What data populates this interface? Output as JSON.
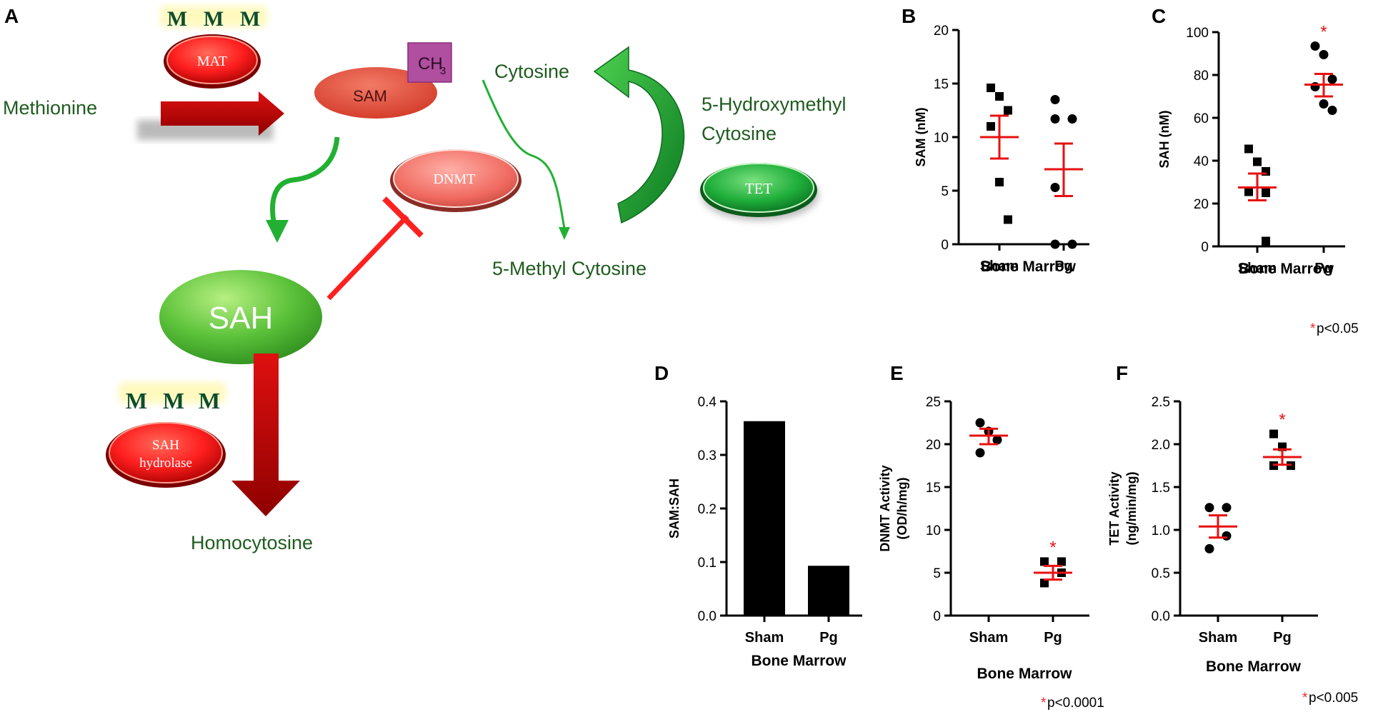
{
  "panels": {
    "A": "A",
    "B": "B",
    "C": "C",
    "D": "D",
    "E": "E",
    "F": "F"
  },
  "pathway": {
    "methionine": "Methionine",
    "sam": "SAM",
    "ch3_base": "CH",
    "ch3_sub": "3",
    "mat": "MAT",
    "m_letter": "M",
    "sah": "SAH",
    "sah_hydrolase_1": "SAH",
    "sah_hydrolase_2": "hydrolase",
    "homocytosine": "Homocytosine",
    "cytosine": "Cytosine",
    "hmc_1": "5-Hydroxymethyl",
    "hmc_2": "Cytosine",
    "methyl_cytosine": "5-Methyl Cytosine",
    "dnmt": "DNMT",
    "tet": "TET",
    "colors": {
      "text_green": "#1f5c1f",
      "enzyme_red": "#ff1a1a",
      "sam_red": "#e0503a",
      "dnmt_pink": "#f47c74",
      "tet_green": "#22b83a",
      "sah_green": "#5ec23a",
      "arrow_green": "#22b033",
      "arrow_red": "#c40000",
      "ch3_purple": "#b04fa0",
      "m_gold": "#f2e24a"
    }
  },
  "footnotes": {
    "bc_star": "*",
    "bc_text": "p<0.05",
    "e_star": "*",
    "e_text": "p<0.0001",
    "f_star": "*",
    "f_text": "p<0.005"
  },
  "chart_data": [
    {
      "panel": "B",
      "type": "scatter",
      "xlabel": "Bone Marrow",
      "ylabel": "SAM (nM)",
      "ylim": [
        0,
        20
      ],
      "yticks": [
        0,
        5,
        10,
        15,
        20
      ],
      "ytick_labels": [
        "0",
        "5",
        "10",
        "15",
        "20"
      ],
      "categories": [
        "Sham",
        "Pg"
      ],
      "series": [
        {
          "values": [
            14.6,
            13.8,
            12.5,
            11.0,
            5.8,
            2.3
          ],
          "marker": "square",
          "mean": 10.0,
          "sem_low": 8.0,
          "sem_high": 12.0
        },
        {
          "values": [
            13.5,
            11.7,
            11.7,
            5.3,
            0.0,
            0.0
          ],
          "marker": "circle",
          "mean": 7.0,
          "sem_low": 4.5,
          "sem_high": 9.4
        }
      ],
      "significant": []
    },
    {
      "panel": "C",
      "type": "scatter",
      "xlabel": "Bone Marrow",
      "ylabel": "SAH (nM)",
      "ylim": [
        0,
        100
      ],
      "yticks": [
        0,
        20,
        40,
        60,
        80,
        100
      ],
      "ytick_labels": [
        "0",
        "20",
        "40",
        "60",
        "80",
        "100"
      ],
      "categories": [
        "Sham",
        "Pg"
      ],
      "series": [
        {
          "values": [
            45.5,
            39.5,
            35.0,
            25.5,
            25.0,
            2.5
          ],
          "marker": "square",
          "mean": 27.5,
          "sem_low": 21.5,
          "sem_high": 34.0
        },
        {
          "values": [
            93.5,
            89.5,
            78.0,
            74.5,
            66.5,
            63.5
          ],
          "marker": "circle",
          "mean": 75.5,
          "sem_low": 70.0,
          "sem_high": 80.5
        }
      ],
      "significant": [
        "Pg"
      ]
    },
    {
      "panel": "D",
      "type": "bar",
      "xlabel": "Bone Marrow",
      "ylabel": "SAM:SAH",
      "ylim": [
        0,
        0.4
      ],
      "yticks": [
        0,
        0.1,
        0.2,
        0.3,
        0.4
      ],
      "ytick_labels": [
        "0.0",
        "0.1",
        "0.2",
        "0.3",
        "0.4"
      ],
      "categories": [
        "Sham",
        "Pg"
      ],
      "values": [
        0.363,
        0.093
      ],
      "significant": []
    },
    {
      "panel": "E",
      "type": "scatter",
      "xlabel": "Bone Marrow",
      "ylabel_lines": [
        "DNMT Activity",
        "(OD/h/mg)"
      ],
      "ylim": [
        0,
        25
      ],
      "yticks": [
        0,
        5,
        10,
        15,
        20,
        25
      ],
      "ytick_labels": [
        "0",
        "5",
        "10",
        "15",
        "20",
        "25"
      ],
      "categories": [
        "Sham",
        "Pg"
      ],
      "series": [
        {
          "values": [
            22.5,
            21.5,
            20.5,
            19.0
          ],
          "marker": "circle",
          "mean": 21.0,
          "sem_low": 20.0,
          "sem_high": 21.8
        },
        {
          "values": [
            6.3,
            6.3,
            5.0,
            3.8
          ],
          "marker": "square",
          "mean": 5.0,
          "sem_low": 4.2,
          "sem_high": 5.8
        }
      ],
      "significant": [
        "Pg"
      ]
    },
    {
      "panel": "F",
      "type": "scatter",
      "xlabel": "Bone Marrow",
      "ylabel_lines": [
        "TET Activity",
        "(ng/min/mg)"
      ],
      "ylim": [
        0,
        2.5
      ],
      "yticks": [
        0,
        0.5,
        1.0,
        1.5,
        2.0,
        2.5
      ],
      "ytick_labels": [
        "0.0",
        "0.5",
        "1.0",
        "1.5",
        "2.0",
        "2.5"
      ],
      "categories": [
        "Sham",
        "Pg"
      ],
      "series": [
        {
          "values": [
            1.26,
            1.26,
            0.93,
            0.78
          ],
          "marker": "circle",
          "mean": 1.04,
          "sem_low": 0.91,
          "sem_high": 1.17
        },
        {
          "values": [
            2.12,
            1.97,
            1.75,
            1.75
          ],
          "marker": "square",
          "mean": 1.85,
          "sem_low": 1.76,
          "sem_high": 1.94
        }
      ],
      "significant": [
        "Pg"
      ]
    }
  ]
}
